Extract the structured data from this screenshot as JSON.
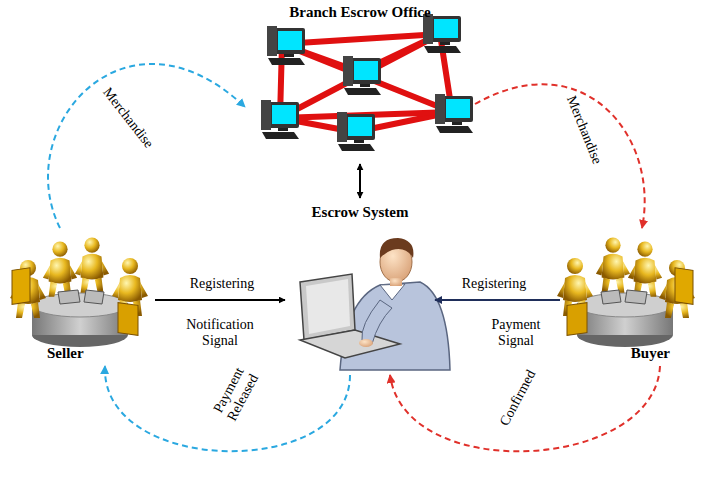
{
  "diagram": {
    "nodes": [
      {
        "text": [
          "Branch Escrow Office"
        ]
      },
      {
        "text": [
          "Escrow System"
        ]
      },
      {
        "text": [
          "Seller"
        ]
      },
      {
        "text": [
          "Buyer"
        ]
      }
    ],
    "edges": [
      {
        "from": 2,
        "to": 1,
        "arrow": "to",
        "label": "Registering"
      },
      {
        "from": 3,
        "to": 1,
        "arrow": "to",
        "label": "Registering"
      },
      {
        "from": 0,
        "to": 1,
        "arrow": "both"
      },
      {
        "from": 2,
        "to": 0,
        "arrow": "to",
        "label": "Merchandise"
      },
      {
        "from": 0,
        "to": 3,
        "arrow": "to",
        "label": "Merchandise"
      },
      {
        "from": 3,
        "to": 1,
        "arrow": "to",
        "label": "Confirmed"
      },
      {
        "from": 1,
        "to": 2,
        "arrow": "to",
        "label": "Payment Released"
      }
    ],
    "labels": [
      "Notification Signal",
      "Payment Signal"
    ]
  }
}
